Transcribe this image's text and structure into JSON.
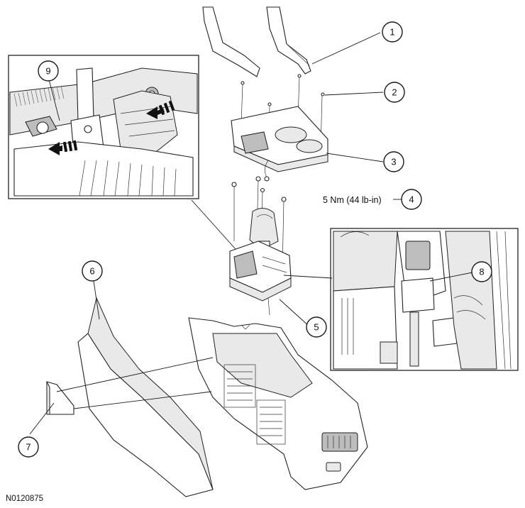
{
  "figure": {
    "code": "N0120875"
  },
  "callouts": [
    {
      "id": "c1",
      "label": "1"
    },
    {
      "id": "c2",
      "label": "2"
    },
    {
      "id": "c3",
      "label": "3"
    },
    {
      "id": "c4",
      "label": "4"
    },
    {
      "id": "c5",
      "label": "5"
    },
    {
      "id": "c6",
      "label": "6"
    },
    {
      "id": "c7",
      "label": "7"
    },
    {
      "id": "c8",
      "label": "8"
    },
    {
      "id": "c9",
      "label": "9"
    }
  ],
  "torque_spec": "5 Nm (44 lb-in)"
}
